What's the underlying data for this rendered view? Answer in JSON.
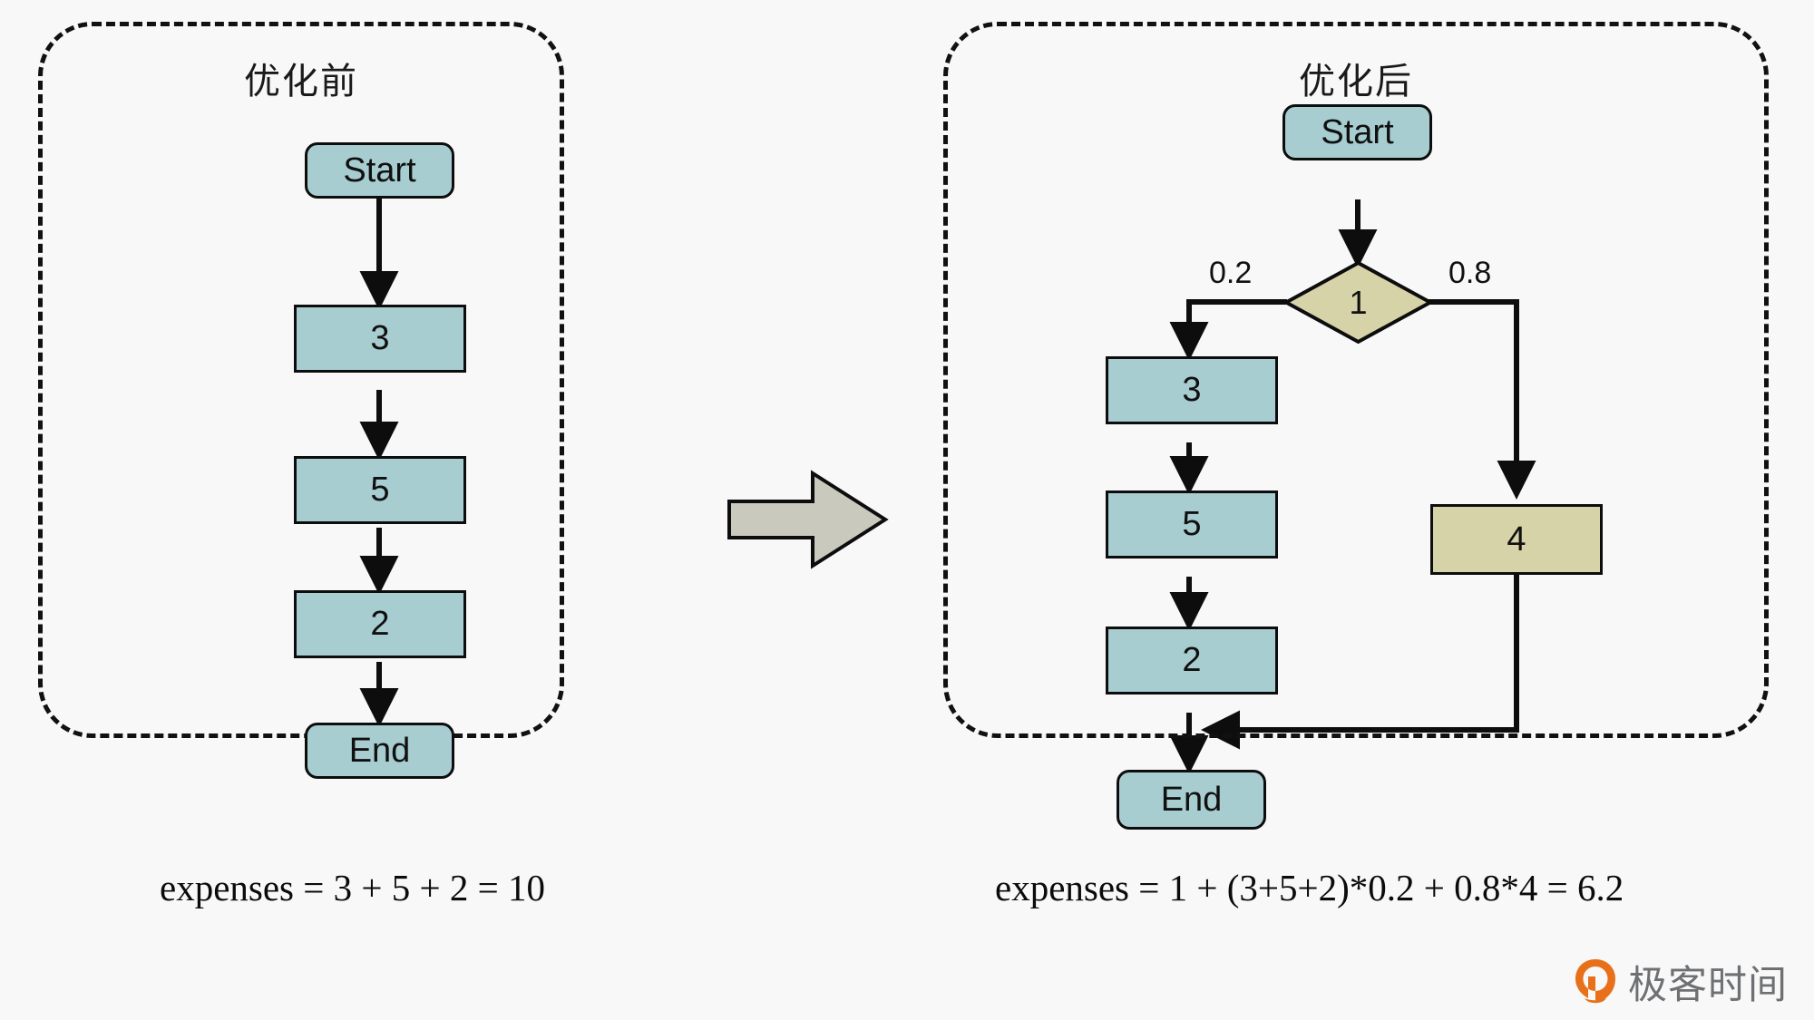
{
  "panels": {
    "before": {
      "title": "优化前",
      "formula": "expenses = 3 + 5 + 2 = 10",
      "nodes": [
        {
          "id": "start",
          "label": "Start",
          "shape": "terminal",
          "color": "#a8cdd1"
        },
        {
          "id": "n3",
          "label": "3",
          "shape": "process",
          "color": "#a8cdd1"
        },
        {
          "id": "n5",
          "label": "5",
          "shape": "process",
          "color": "#a8cdd1"
        },
        {
          "id": "n2",
          "label": "2",
          "shape": "process",
          "color": "#a8cdd1"
        },
        {
          "id": "end",
          "label": "End",
          "shape": "terminal",
          "color": "#a8cdd1"
        }
      ]
    },
    "after": {
      "title": "优化后",
      "formula": "expenses = 1 + (3+5+2)*0.2 + 0.8*4 = 6.2",
      "nodes": [
        {
          "id": "start",
          "label": "Start",
          "shape": "terminal",
          "color": "#a8cdd1"
        },
        {
          "id": "d1",
          "label": "1",
          "shape": "decision",
          "color": "#d6d3a8"
        },
        {
          "id": "n3",
          "label": "3",
          "shape": "process",
          "color": "#a8cdd1"
        },
        {
          "id": "n5",
          "label": "5",
          "shape": "process",
          "color": "#a8cdd1"
        },
        {
          "id": "n2",
          "label": "2",
          "shape": "process",
          "color": "#a8cdd1"
        },
        {
          "id": "n4",
          "label": "4",
          "shape": "process",
          "color": "#d6d3a8"
        },
        {
          "id": "end",
          "label": "End",
          "shape": "terminal",
          "color": "#a8cdd1"
        }
      ],
      "edge_labels": {
        "left_branch": "0.2",
        "right_branch": "0.8"
      }
    }
  },
  "transition_arrow": {
    "name": "right-arrow",
    "fill": "#c9c9bd",
    "stroke": "#0d0d0d"
  },
  "watermark": {
    "text": "极客时间",
    "mark_color": "#e8701a",
    "text_color": "#6f7073"
  },
  "chart_data": {
    "type": "diagram",
    "title": "优化前 / 优化后 流程图对比",
    "diagram_kind": "flowchart",
    "panels": [
      {
        "name": "优化前",
        "sequence": [
          "Start",
          "3",
          "5",
          "2",
          "End"
        ],
        "branching": false,
        "cost_formula": "expenses = 3 + 5 + 2 = 10",
        "cost_total": 10
      },
      {
        "name": "优化后",
        "sequence": [
          "Start",
          "1(decision)"
        ],
        "branching": true,
        "branches": [
          {
            "probability": 0.2,
            "label": "0.2",
            "path": [
              "3",
              "5",
              "2"
            ],
            "cost": 10
          },
          {
            "probability": 0.8,
            "label": "0.8",
            "path": [
              "4"
            ],
            "cost": 4
          }
        ],
        "join": "End",
        "decision_cost": 1,
        "cost_formula": "expenses = 1 + (3+5+2)*0.2 + 0.8*4 = 6.2",
        "cost_total": 6.2
      }
    ],
    "colors": {
      "process_teal": "#a8cdd1",
      "process_khaki": "#d6d3a8",
      "stroke": "#0d0d0d",
      "background": "#f7f8f7"
    }
  }
}
